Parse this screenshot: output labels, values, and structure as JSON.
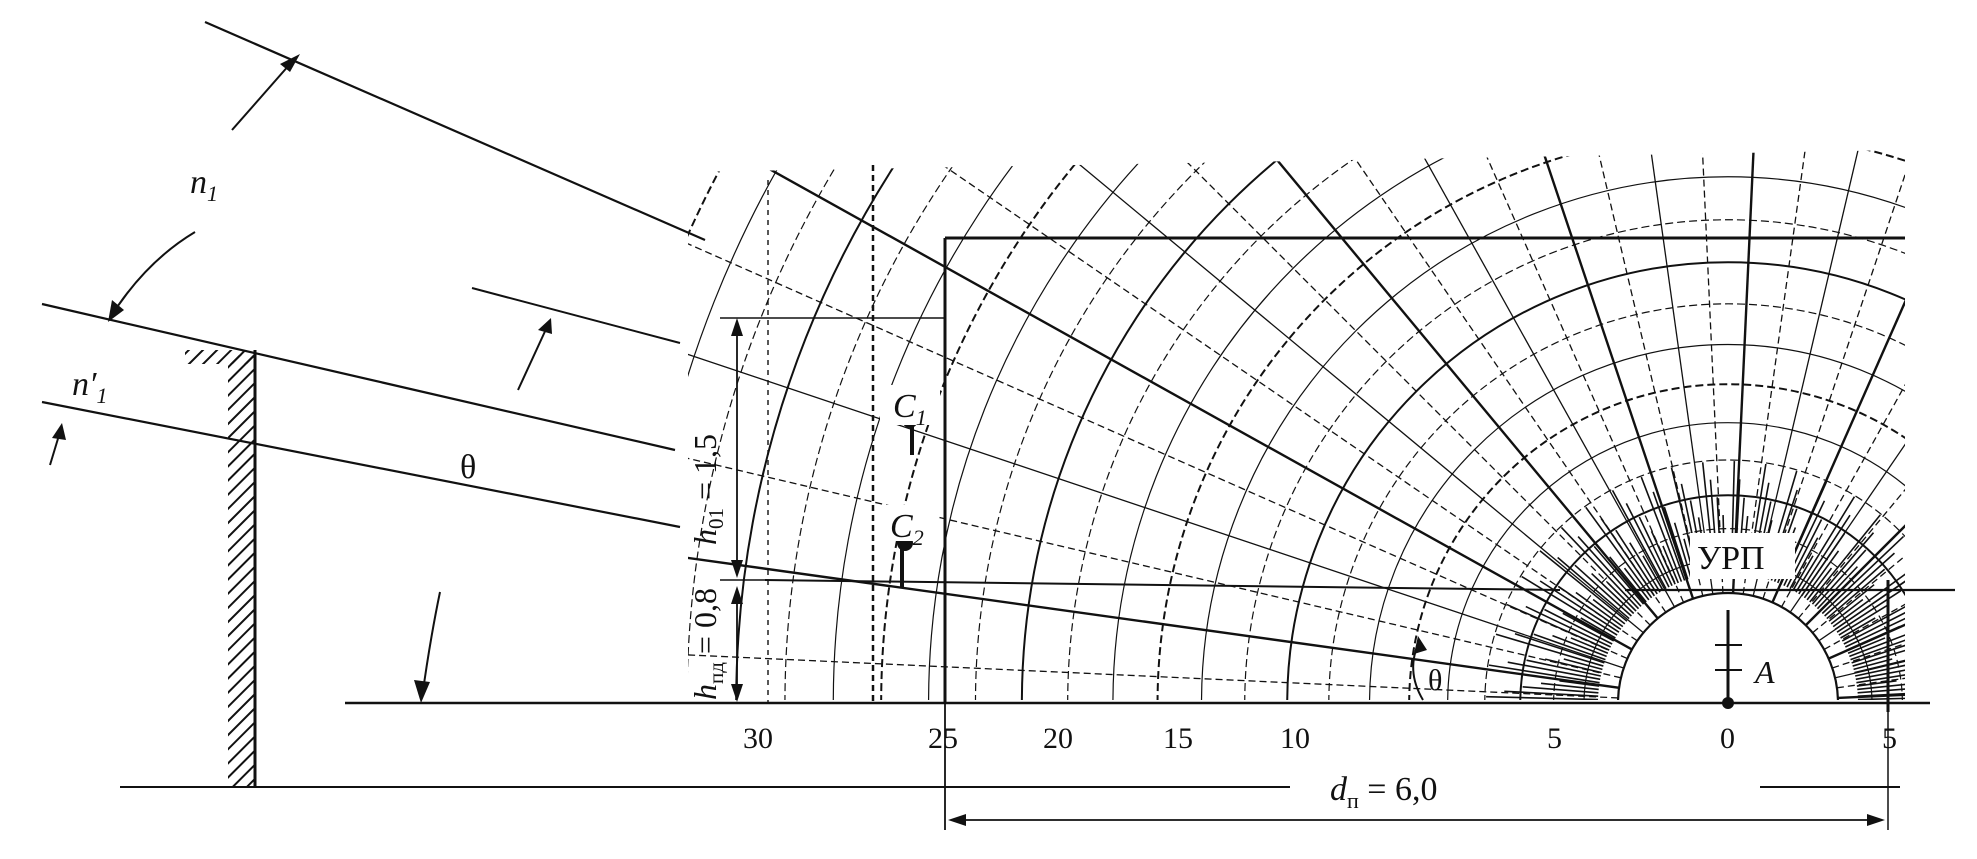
{
  "figure": {
    "labels": {
      "n1_main": "n",
      "n1_sub": "1",
      "n1p_main": "n′",
      "n1p_sub": "1",
      "theta_left": "θ",
      "theta_right": "θ",
      "c1_main": "C",
      "c1_sub": "1",
      "c2_main": "C",
      "c2_sub": "2",
      "a_point": "A",
      "urp": "УРП",
      "h01_main": "h",
      "h01_sub": "01",
      "h01_value": " = 1,5",
      "hpd_main": "h",
      "hpd_sub": "пд",
      "hpd_value": " = 0,8",
      "dp_main": "d",
      "dp_sub": "п",
      "dp_value": " = 6,0"
    },
    "scale_ticks": [
      "30",
      "25",
      "20",
      "15",
      "10",
      "5",
      "0",
      "5"
    ],
    "scale_origin_index": 6,
    "field": {
      "colors": {
        "ink": "#111111",
        "background": "#ffffff"
      },
      "radial_rays": 34,
      "arc_rings": 26
    }
  }
}
